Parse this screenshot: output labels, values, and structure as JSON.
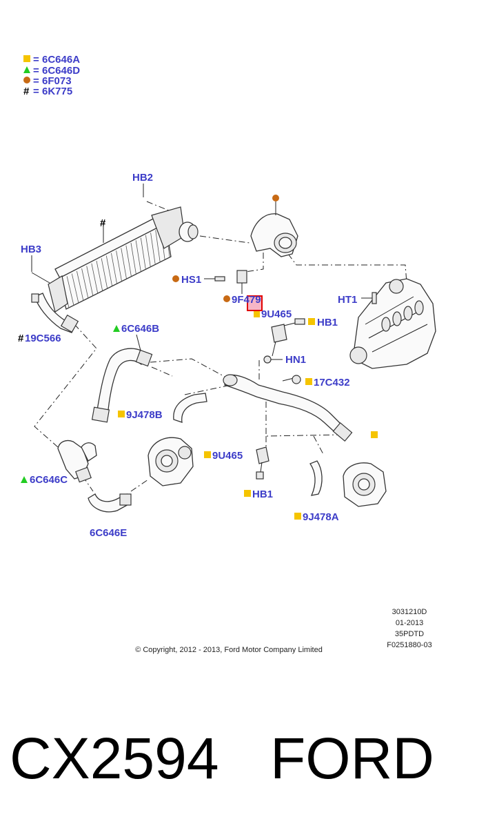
{
  "legend": [
    {
      "symbol": "square",
      "color": "#f5c400",
      "eq": "=",
      "code": "6C646A"
    },
    {
      "symbol": "triangle",
      "color": "#22cc22",
      "eq": "=",
      "code": "6C646D"
    },
    {
      "symbol": "circle",
      "color": "#c86a14",
      "eq": "=",
      "code": "6F073"
    },
    {
      "symbol": "hash",
      "color": "#000000",
      "eq": "=",
      "code": "6K775"
    }
  ],
  "symbols": {
    "hash": "#"
  },
  "labels": {
    "hb2": "HB2",
    "hb3": "HB3",
    "hs1": "HS1",
    "f479": "9F479",
    "u465_top": "9U465",
    "ht1": "HT1",
    "hb1_top": "HB1",
    "c566": "19C566",
    "b646": "6C646B",
    "hn1": "HN1",
    "c432": "17C432",
    "j478b": "9J478B",
    "u465_bottom": "9U465",
    "c646c": "6C646C",
    "hb1_bottom": "HB1",
    "j478a": "9J478A",
    "e646": "6C646E"
  },
  "doc_info": [
    "3031210D",
    "01-2013",
    "35PDTD",
    "F0251880-03"
  ],
  "copyright": "© Copyright, 2012 - 2013, Ford Motor Company Limited",
  "footer": {
    "part_number": "CX2594",
    "brand": "FORD"
  },
  "colors": {
    "label_blue": "#3c3cc8",
    "highlight_box": "#e00000",
    "highlight_fill": "#f7b6c6"
  }
}
